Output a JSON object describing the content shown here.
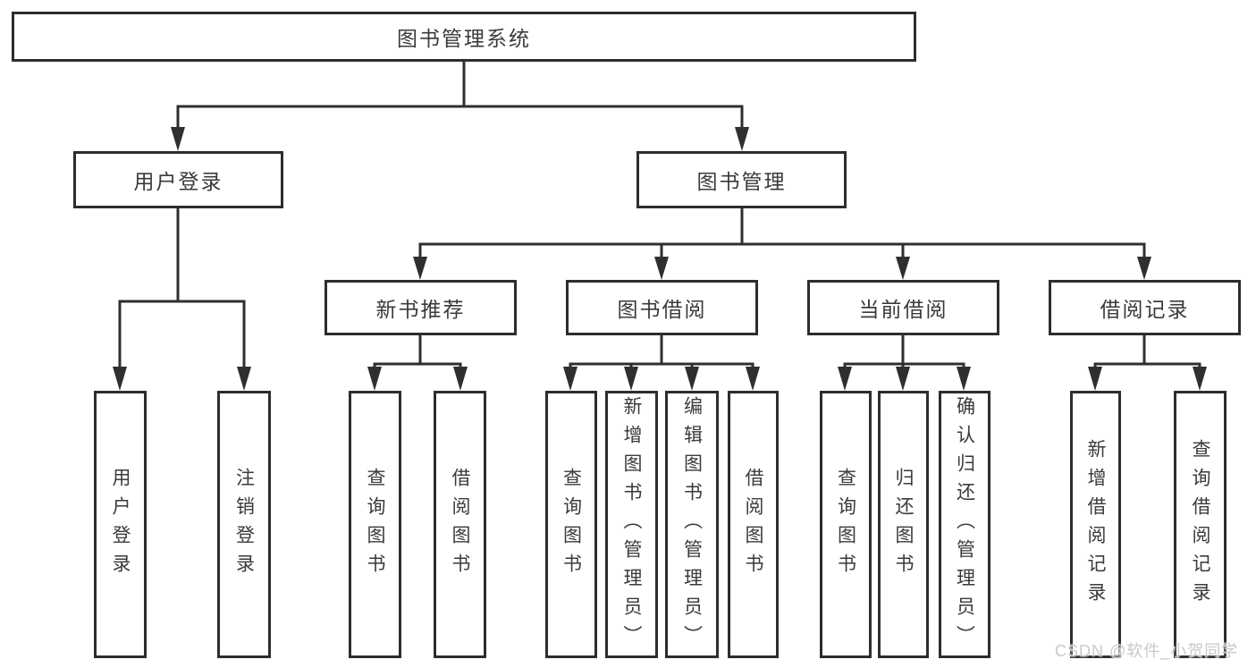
{
  "diagram": {
    "root": {
      "label": "图书管理系统"
    },
    "branches": [
      {
        "label": "用户登录",
        "children": [
          {
            "label": "用户登录"
          },
          {
            "label": "注销登录"
          }
        ]
      },
      {
        "label": "图书管理",
        "children": [
          {
            "label": "新书推荐",
            "children": [
              {
                "label": "查询图书"
              },
              {
                "label": "借阅图书"
              }
            ]
          },
          {
            "label": "图书借阅",
            "children": [
              {
                "label": "查询图书"
              },
              {
                "label": "新增图书（管理员）"
              },
              {
                "label": "编辑图书（管理员）"
              },
              {
                "label": "借阅图书"
              }
            ]
          },
          {
            "label": "当前借阅",
            "children": [
              {
                "label": "查询图书"
              },
              {
                "label": "归还图书"
              },
              {
                "label": "确认归还（管理员）"
              }
            ]
          },
          {
            "label": "借阅记录",
            "children": [
              {
                "label": "新增借阅记录"
              },
              {
                "label": "查询借阅记录"
              }
            ]
          }
        ]
      }
    ]
  },
  "watermark": {
    "text": "CSDN @软件_小贺同学"
  },
  "colors": {
    "line": "#2f2f2f",
    "box_border": "#2d2d2d",
    "text": "#3a3a3a",
    "background": "#ffffff",
    "watermark": "#c9c9c9"
  }
}
